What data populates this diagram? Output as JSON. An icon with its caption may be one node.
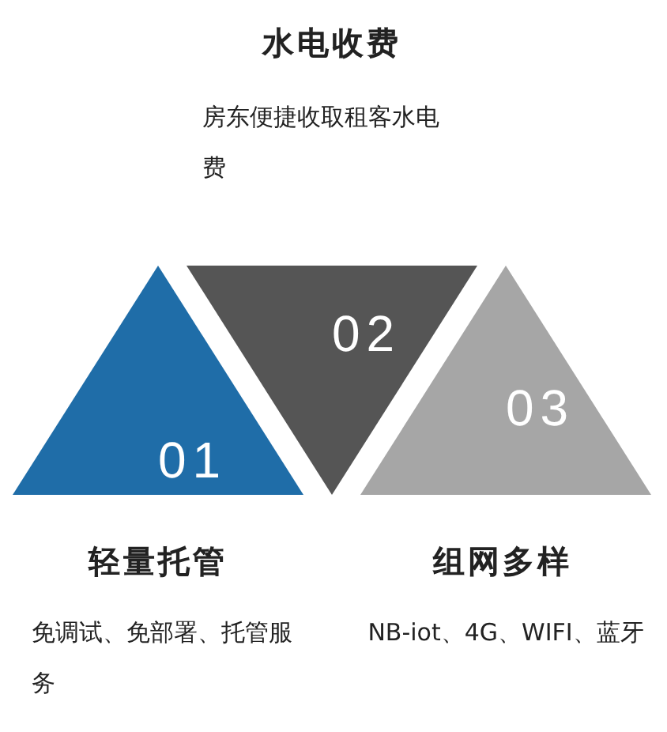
{
  "diagram": {
    "nodes": [
      {
        "text": [
          "01"
        ],
        "beside": [
          "轻量托管",
          "免调试、免部署、托管服务"
        ]
      },
      {
        "text": [
          "02"
        ],
        "beside": [
          "水电收费",
          "房东便捷收取租客水电费"
        ]
      },
      {
        "text": [
          "03"
        ],
        "beside": [
          "组网多样",
          "NB-iot、4G、WIFI、蓝牙"
        ]
      }
    ]
  }
}
